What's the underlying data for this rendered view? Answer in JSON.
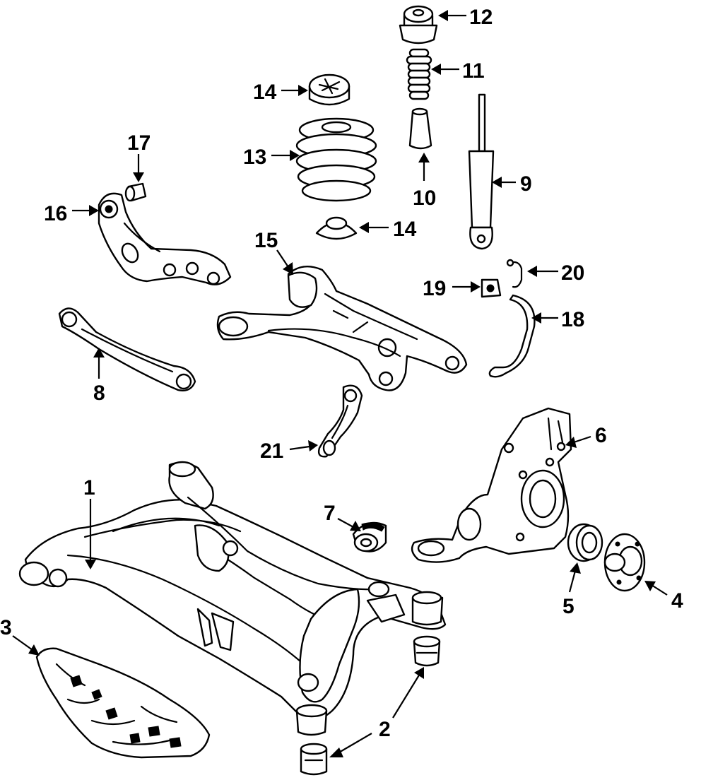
{
  "callouts": {
    "1": "1",
    "2": "2",
    "3": "3",
    "4": "4",
    "5": "5",
    "6": "6",
    "7": "7",
    "8": "8",
    "9": "9",
    "10": "10",
    "11": "11",
    "12": "12",
    "13": "13",
    "14_upper": "14",
    "14_lower": "14",
    "15": "15",
    "16": "16",
    "17": "17",
    "18": "18",
    "19": "19",
    "20": "20",
    "21": "21"
  },
  "colors": {
    "line": "#000000",
    "background": "#ffffff"
  }
}
